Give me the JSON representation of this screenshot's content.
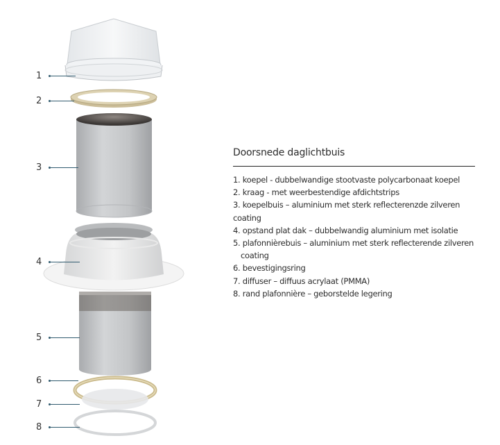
{
  "legend": {
    "title": "Doorsnede daglichtbuis",
    "items": [
      {
        "num": "1.",
        "text": "koepel - dubbelwandige stootvaste polycarbonaat koepel"
      },
      {
        "num": "2.",
        "text": "kraag - met weerbestendige afdichtstrips"
      },
      {
        "num": "3.",
        "text": "koepelbuis – aluminium met sterk reflecterenzde zilveren coating"
      },
      {
        "num": "4.",
        "text": "opstand plat dak – dubbelwandig aluminium met isolatie"
      },
      {
        "num": "5.",
        "text": "plafonnièrebuis – aluminium met sterk reflecterende zilveren",
        "continuation": "coating"
      },
      {
        "num": "6.",
        "text": "bevestigingsring"
      },
      {
        "num": "7.",
        "text": "diffuser – diffuus acrylaat (PMMA)"
      },
      {
        "num": "8.",
        "text": "rand plafonnière – geborstelde legering"
      }
    ]
  },
  "callouts": [
    {
      "label": "1",
      "part": "koepel"
    },
    {
      "label": "2",
      "part": "kraag"
    },
    {
      "label": "3",
      "part": "koepelbuis"
    },
    {
      "label": "4",
      "part": "opstand plat dak"
    },
    {
      "label": "5",
      "part": "plafonnièrebuis"
    },
    {
      "label": "6",
      "part": "bevestigingsring"
    },
    {
      "label": "7",
      "part": "diffuser"
    },
    {
      "label": "8",
      "part": "rand plafonnière"
    }
  ],
  "colors": {
    "leader_line": "#2f5a6e",
    "aluminium": "#c4c6c8",
    "gasket": "#d8ccac",
    "ring": "#c9b98a",
    "text": "#2b2b2b"
  }
}
